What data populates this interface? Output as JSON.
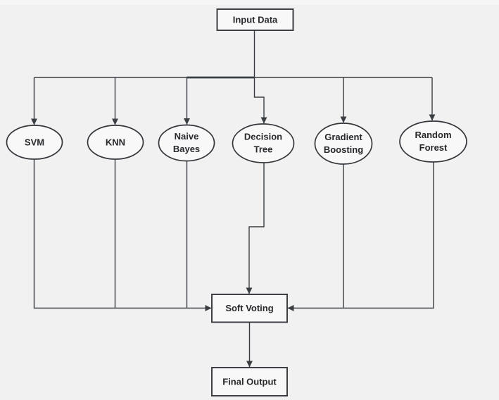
{
  "colors": {
    "background": "#f1f1f1",
    "top_strip": "#f6f6f6",
    "node_fill": "#f8f8f8",
    "node_stroke": "#33373b",
    "edge_stroke": "#3a3e43",
    "text": "#26282b"
  },
  "nodes": {
    "input_data": {
      "label": "Input Data",
      "shape": "rectangle"
    },
    "svm": {
      "label": "SVM",
      "shape": "ellipse"
    },
    "knn": {
      "label": "KNN",
      "shape": "ellipse"
    },
    "naive_bayes": {
      "label": "Naive Bayes",
      "line1": "Naive",
      "line2": "Bayes",
      "shape": "ellipse"
    },
    "decision_tree": {
      "label": "Decision Tree",
      "line1": "Decision",
      "line2": "Tree",
      "shape": "ellipse"
    },
    "gradient_boosting": {
      "label": "Gradient Boosting",
      "line1": "Gradient",
      "line2": "Boosting",
      "shape": "ellipse"
    },
    "random_forest": {
      "label": "Random Forest",
      "line1": "Random",
      "line2": "Forest",
      "shape": "ellipse"
    },
    "soft_voting": {
      "label": "Soft Voting",
      "shape": "rectangle"
    },
    "final_output": {
      "label": "Final Output",
      "shape": "rectangle"
    }
  },
  "edges": [
    {
      "from": "Input Data",
      "to": "SVM"
    },
    {
      "from": "Input Data",
      "to": "KNN"
    },
    {
      "from": "Input Data",
      "to": "Naive Bayes"
    },
    {
      "from": "Input Data",
      "to": "Decision Tree"
    },
    {
      "from": "Input Data",
      "to": "Gradient Boosting"
    },
    {
      "from": "Input Data",
      "to": "Random Forest"
    },
    {
      "from": "SVM",
      "to": "Soft Voting"
    },
    {
      "from": "KNN",
      "to": "Soft Voting"
    },
    {
      "from": "Naive Bayes",
      "to": "Soft Voting"
    },
    {
      "from": "Decision Tree",
      "to": "Soft Voting"
    },
    {
      "from": "Gradient Boosting",
      "to": "Soft Voting"
    },
    {
      "from": "Random Forest",
      "to": "Soft Voting"
    },
    {
      "from": "Soft Voting",
      "to": "Final Output"
    }
  ]
}
